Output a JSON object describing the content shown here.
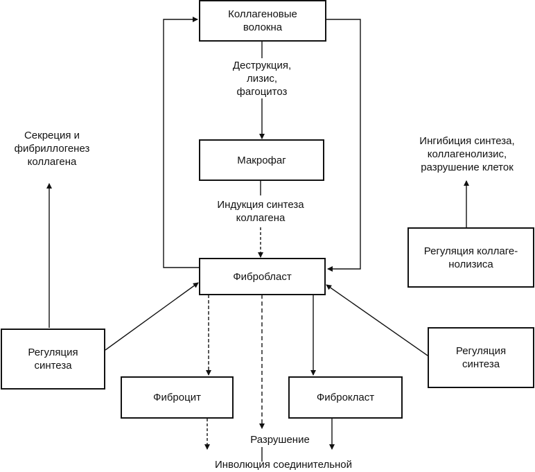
{
  "nodes": {
    "collagen_fibers": "Коллагеновые\nволокна",
    "macrophage": "Макрофаг",
    "fibroblast": "Фибробласт",
    "regulation_synthesis_left": "Регуляция\nсинтеза",
    "regulation_synthesis_right": "Регуляция\nсинтеза",
    "regulation_collagenolysis": "Регуляция коллаге-\nнолизиса",
    "fibrocyte": "Фиброцит",
    "fibroclast": "Фиброкласт"
  },
  "labels": {
    "destruction": "Деструкция,\nлизис,\nфагоцитоз",
    "induction": "Индукция синтеза\nколлагена",
    "secretion": "Секреция и\nфибриллогенез\nколлагена",
    "inhibition": "Ингибиция синтеза,\nколлагенолизис,\nразрушение клеток",
    "destruction2": "Разрушение",
    "involution": "Инволюция соединительной"
  }
}
